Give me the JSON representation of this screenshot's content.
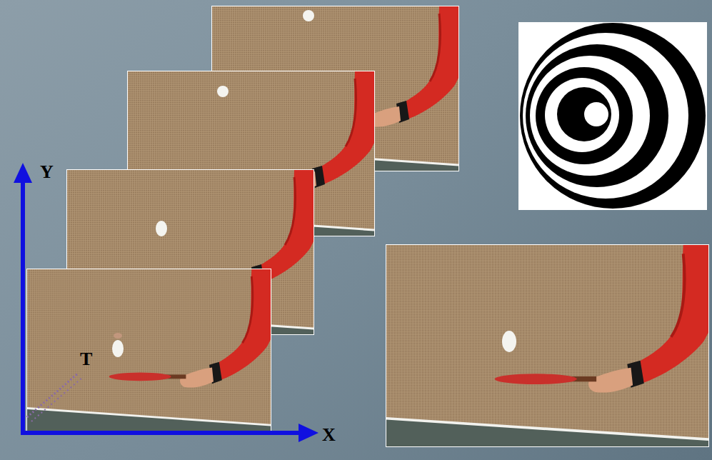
{
  "diagram": {
    "labels": [
      "Y",
      "T",
      "X"
    ]
  }
}
